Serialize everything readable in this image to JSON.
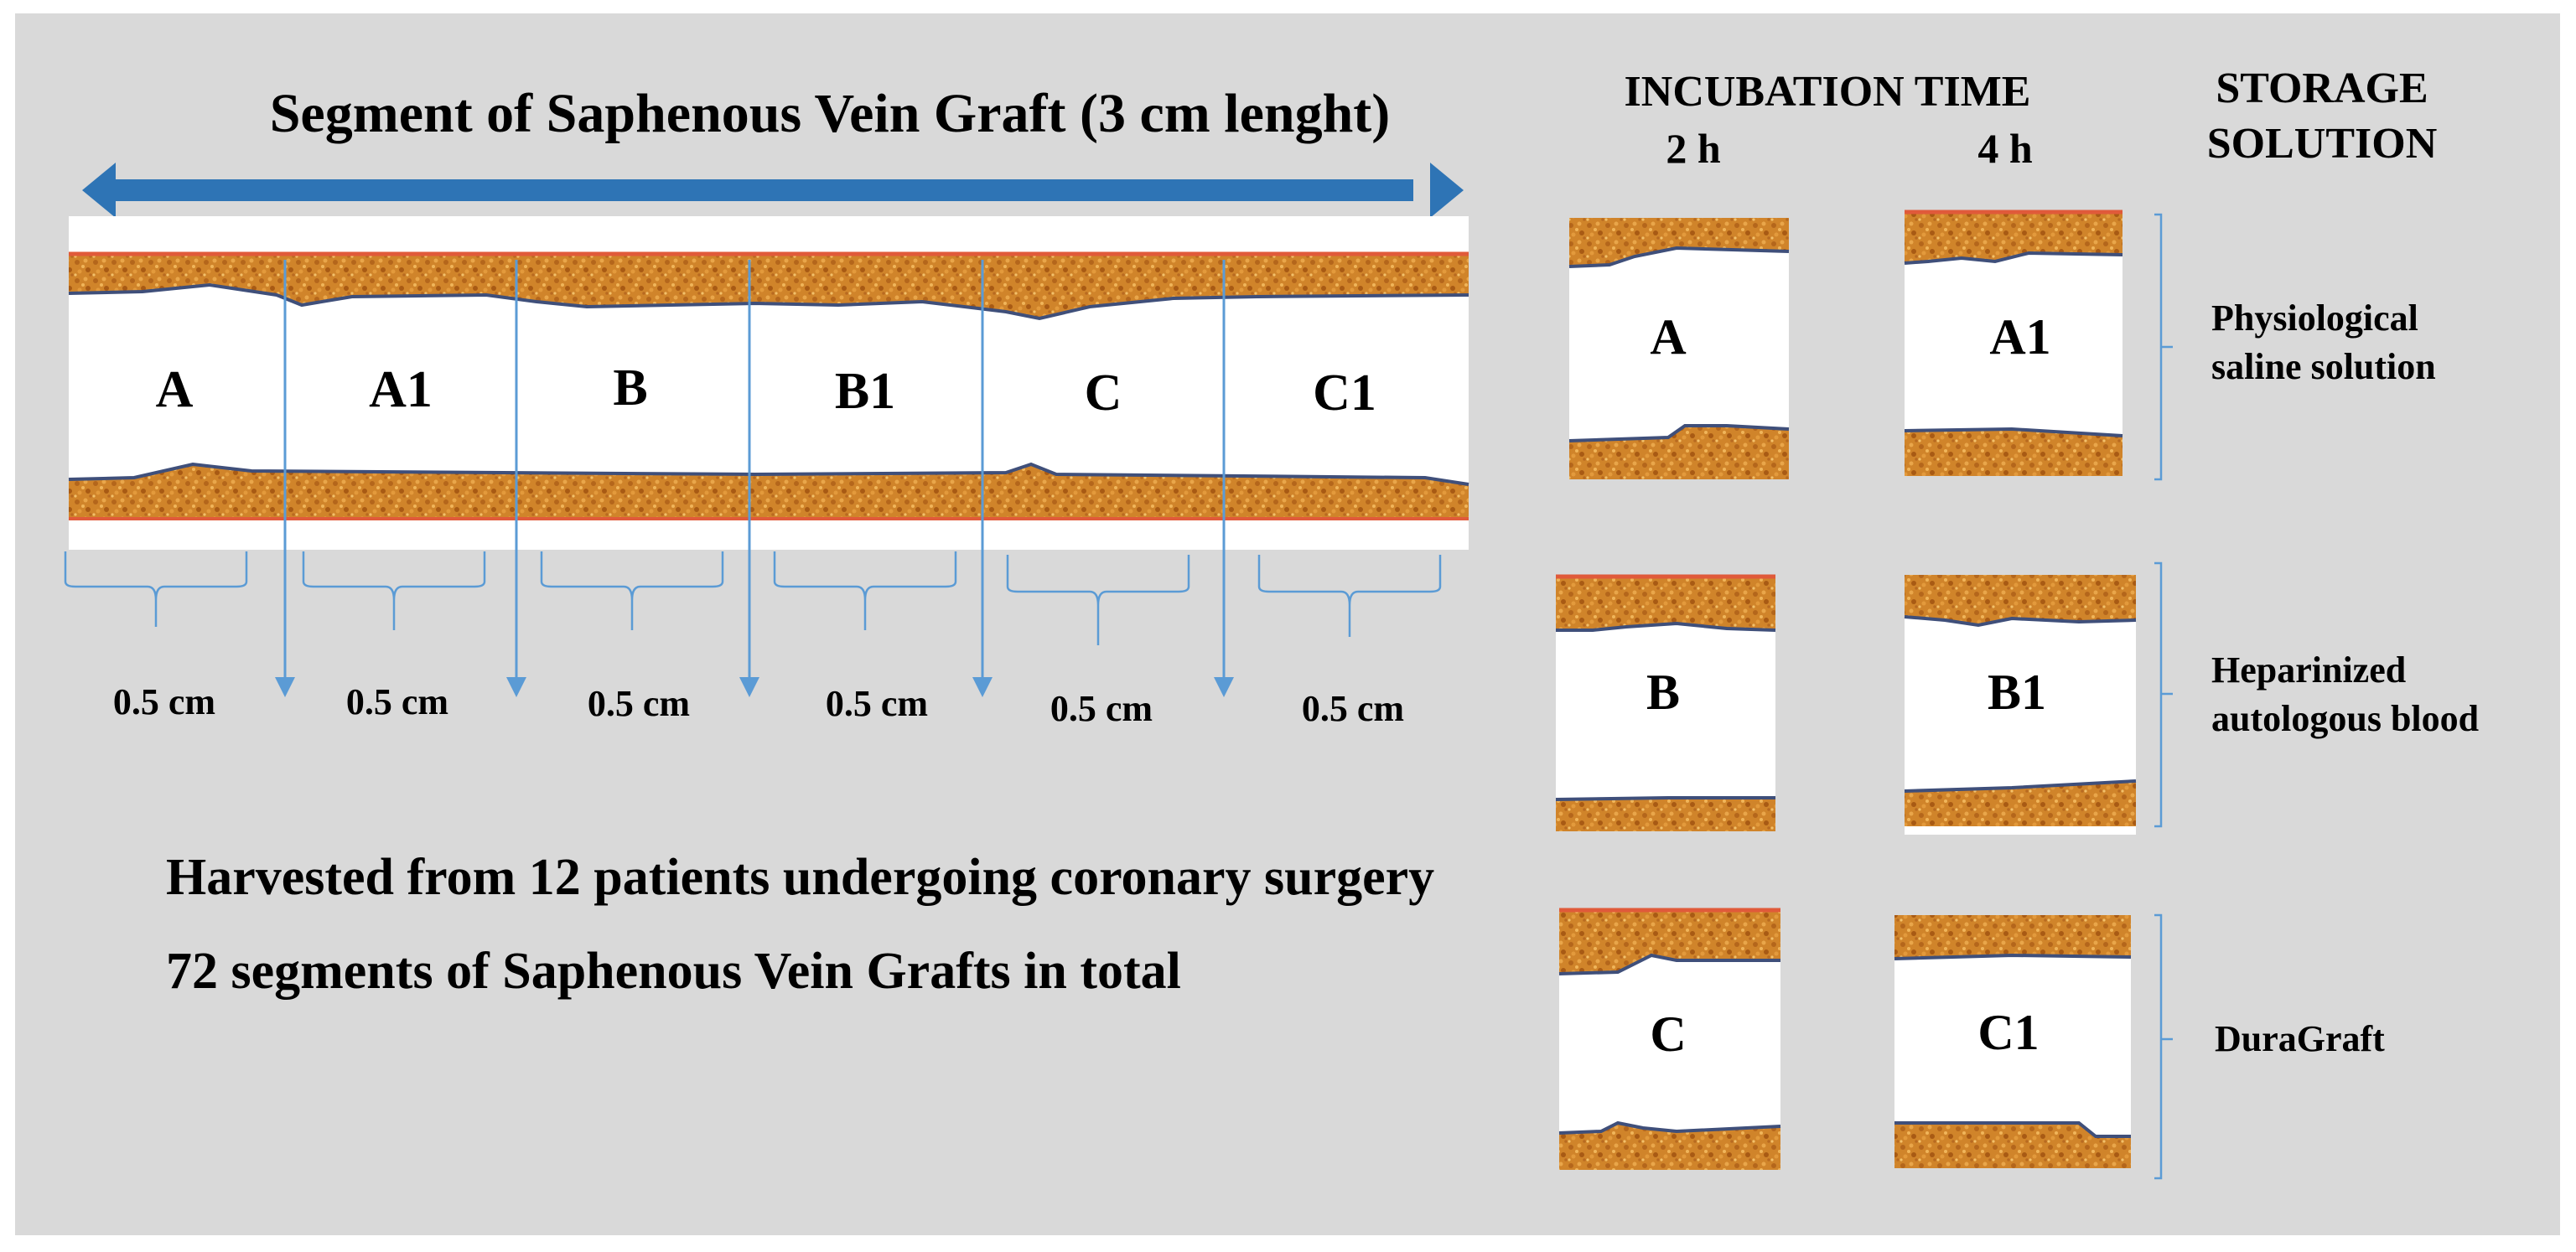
{
  "title": "Segment of Saphenous Vein Graft (3 cm lenght)",
  "segments": [
    {
      "label": "A",
      "length": "0.5 cm"
    },
    {
      "label": "A1",
      "length": "0.5 cm"
    },
    {
      "label": "B",
      "length": "0.5 cm"
    },
    {
      "label": "B1",
      "length": "0.5 cm"
    },
    {
      "label": "C",
      "length": "0.5 cm"
    },
    {
      "label": "C1",
      "length": "0.5 cm"
    }
  ],
  "info": {
    "line1": "Harvested from 12 patients undergoing coronary surgery",
    "line2": "72 segments of Saphenous Vein Grafts in total"
  },
  "incubation": {
    "header": "INCUBATION TIME",
    "col1": "2 h",
    "col2": "4 h"
  },
  "storage": {
    "header_line1": "STORAGE",
    "header_line2": "SOLUTION"
  },
  "groups": [
    {
      "label_2h": "A",
      "label_4h": "A1",
      "solution_line1": "Physiological",
      "solution_line2": "saline solution"
    },
    {
      "label_2h": "B",
      "label_4h": "B1",
      "solution_line1": "Heparinized",
      "solution_line2": "autologous blood"
    },
    {
      "label_2h": "C",
      "label_4h": "C1",
      "solution_line1": "DuraGraft",
      "solution_line2": ""
    }
  ],
  "colors": {
    "panel": "#d9d9d9",
    "arrow": "#2e74b5",
    "guide": "#5b9bd5",
    "tissue": "#d0842a",
    "tissue_edge": "#e05a3a",
    "lumen_line": "#3f4f7a"
  }
}
